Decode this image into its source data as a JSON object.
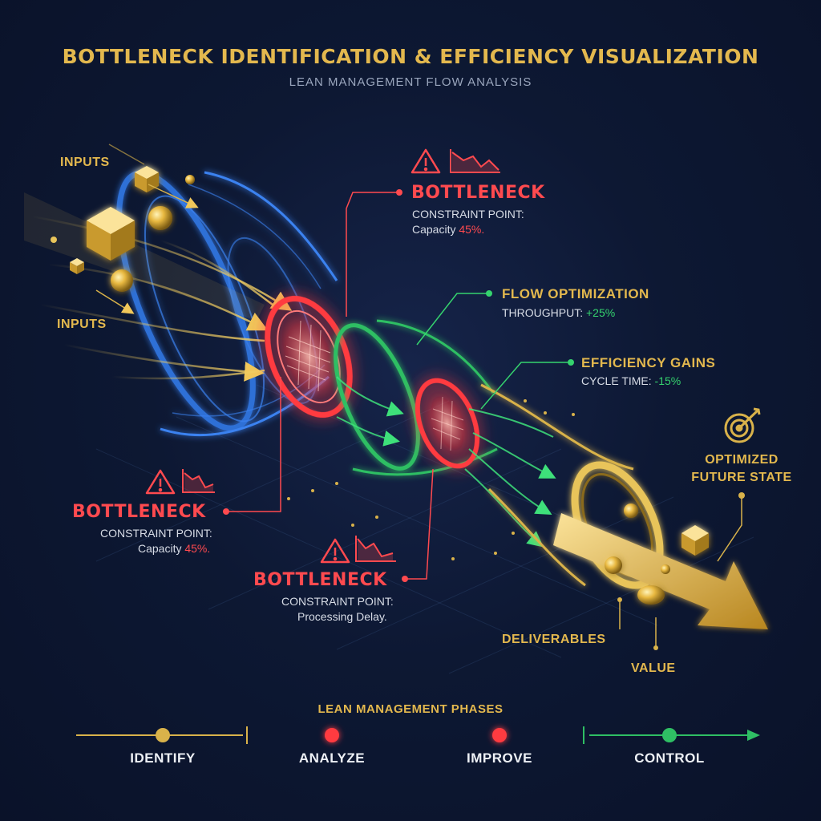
{
  "header": {
    "title": "BOTTLENECK IDENTIFICATION & EFFICIENCY VISUALIZATION",
    "subtitle": "LEAN MANAGEMENT FLOW ANALYSIS"
  },
  "inputs": {
    "label_top": "INPUTS",
    "label_bottom": "INPUTS"
  },
  "bottleneck_top": {
    "title": "BOTTLENECK",
    "line1": "CONSTRAINT POINT:",
    "line2_prefix": "Capacity ",
    "line2_value": "45%."
  },
  "bottleneck_left": {
    "title": "BOTTLENECK",
    "line1": "CONSTRAINT POINT:",
    "line2_prefix": "Capacity ",
    "line2_value": "45%."
  },
  "bottleneck_bottom": {
    "title": "BOTTLENECK",
    "line1": "CONSTRAINT POINT:",
    "line2": "Processing Delay."
  },
  "flow_optimization": {
    "title": "FLOW OPTIMIZATION",
    "metric_label": "THROUGHPUT: ",
    "metric_value": "+25%"
  },
  "efficiency_gains": {
    "title": "EFFICIENCY GAINS",
    "metric_label": "CYCLE TIME: ",
    "metric_value": "-15%"
  },
  "outputs": {
    "future_line1": "OPTIMIZED",
    "future_line2": "FUTURE STATE",
    "deliverables": "DELIVERABLES",
    "value": "VALUE"
  },
  "phases": {
    "title": "LEAN MANAGEMENT PHASES",
    "items": [
      {
        "label": "IDENTIFY",
        "color": "#d9b24a"
      },
      {
        "label": "ANALYZE",
        "color": "#ff3b40"
      },
      {
        "label": "IMPROVE",
        "color": "#ff3b40"
      },
      {
        "label": "CONTROL",
        "color": "#2fbf64"
      }
    ]
  },
  "colors": {
    "gold": "#e3b84e",
    "red": "#ff4a4f",
    "green": "#35d36e",
    "blue": "#2f6fd6",
    "background": "#0d1833"
  },
  "icons": [
    "warning-icon",
    "declining-chart-icon",
    "target-icon",
    "cube-icon",
    "arrow-icon"
  ]
}
